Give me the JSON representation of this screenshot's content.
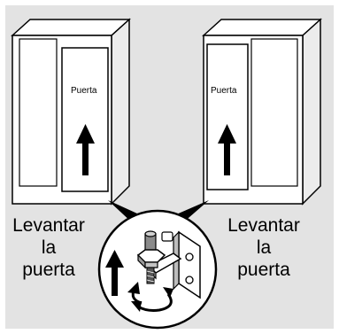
{
  "colors": {
    "background": "#e3e3e3",
    "panel": "#ffffff",
    "stroke": "#000000",
    "cabinet_side": "#ececec",
    "hinge_dark": "#555555"
  },
  "left_cabinet": {
    "door_label": "Puerta",
    "arrow_icon": "up-arrow-icon"
  },
  "right_cabinet": {
    "door_label": "Puerta",
    "arrow_icon": "up-arrow-icon"
  },
  "left_callout": {
    "line1": "Levantar",
    "line2": "la",
    "line3": "puerta"
  },
  "right_callout": {
    "line1": "Levantar",
    "line2": "la",
    "line3": "puerta"
  },
  "detail": {
    "arrow_icon": "up-arrow-icon",
    "hinge_icon": "door-hinge-icon",
    "rotate_icon": "rotate-arrows-icon"
  }
}
